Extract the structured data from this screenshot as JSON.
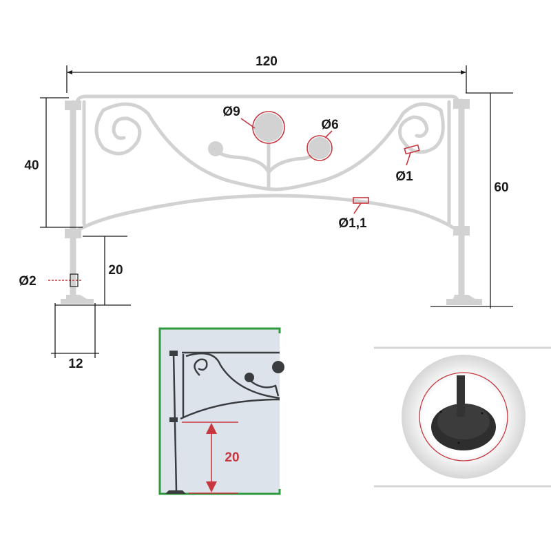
{
  "dimensions": {
    "width": "120",
    "height_panel": "40",
    "height_total": "60",
    "post_above_ground": "20",
    "base_width": "12",
    "post_diameter": "Ø2",
    "large_flower_diameter": "Ø9",
    "small_flower_diameter": "Ø6",
    "scroll_bar_diameter": "Ø1",
    "arc_bar_diameter": "Ø1,1"
  },
  "inset_detail": {
    "height_label": "20"
  },
  "colors": {
    "fence": "#d2d2d2",
    "highlight": "#c8373f",
    "inset_border": "#2e9a3e",
    "dim_line": "#1a1a1a"
  }
}
